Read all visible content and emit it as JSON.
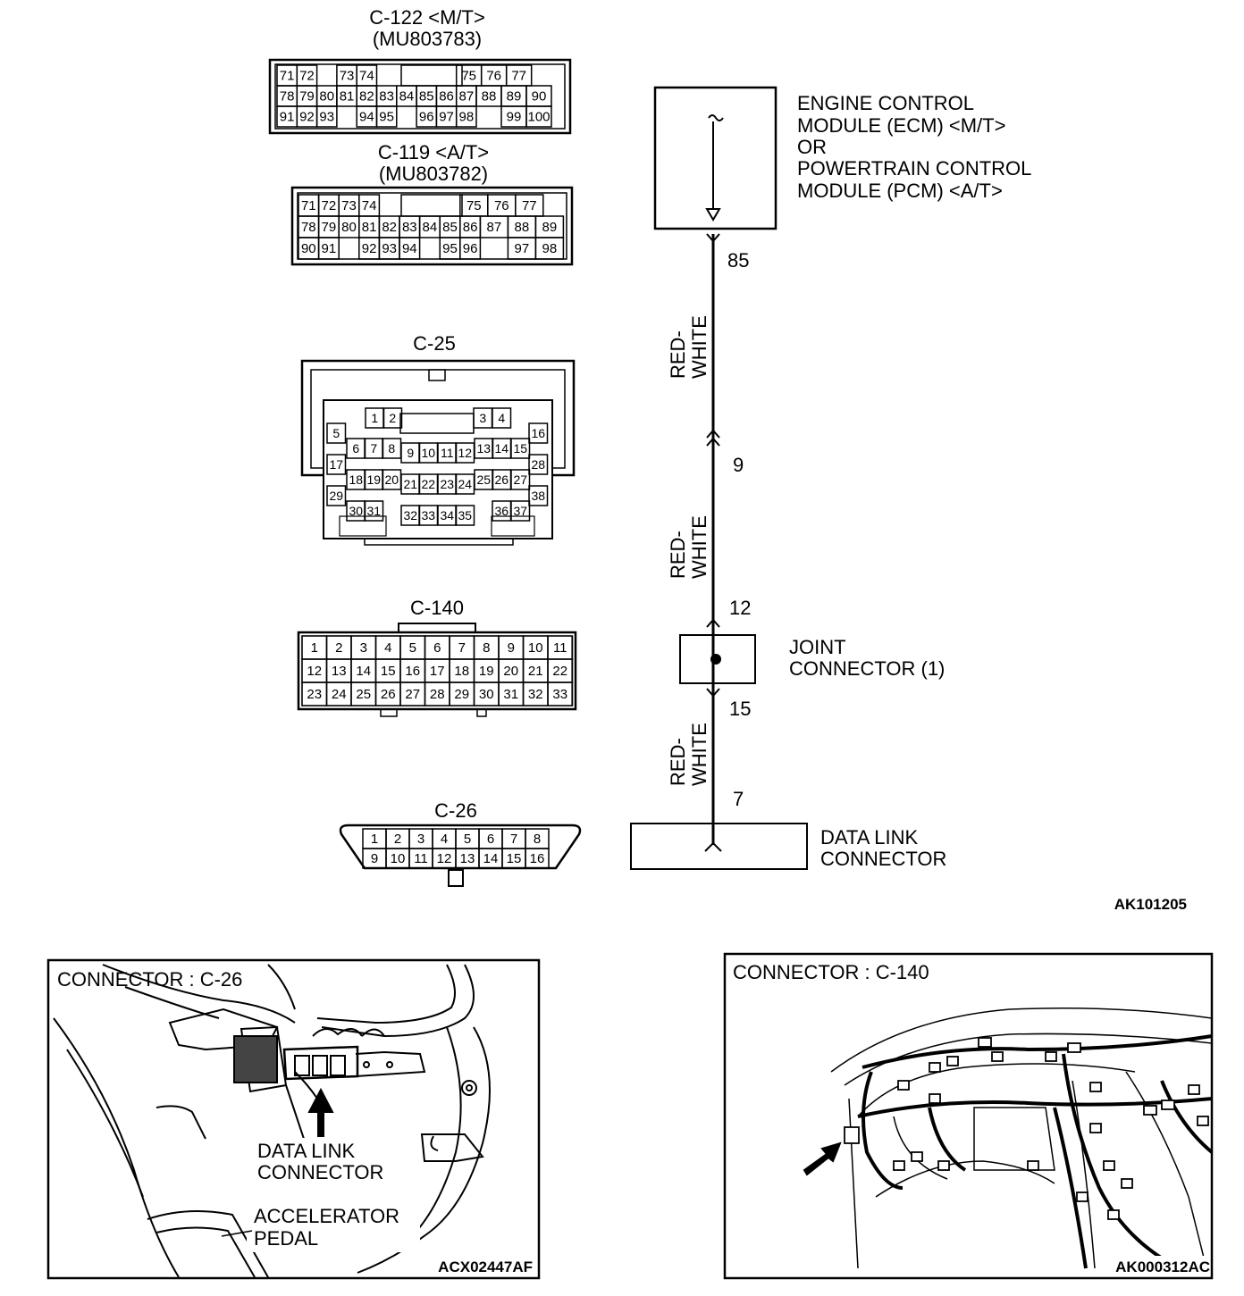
{
  "connectors": {
    "c122": {
      "title": "C-122 <M/T>",
      "part": "(MU803783)",
      "rows": [
        [
          "71",
          "72",
          "",
          "73",
          "74",
          "",
          "",
          "",
          "",
          "75",
          "76",
          "77"
        ],
        [
          "78",
          "79",
          "80",
          "81",
          "82",
          "83",
          "84",
          "85",
          "86",
          "87",
          "88",
          "89",
          "90"
        ],
        [
          "91",
          "92",
          "93",
          "",
          "94",
          "95",
          "",
          "96",
          "97",
          "98",
          "",
          "99",
          "100"
        ]
      ]
    },
    "c119": {
      "title": "C-119 <A/T>",
      "part": "(MU803782)",
      "rows": [
        [
          "71",
          "72",
          "73",
          "74",
          "",
          "",
          "",
          "",
          "75",
          "76",
          "77"
        ],
        [
          "78",
          "79",
          "80",
          "81",
          "82",
          "83",
          "84",
          "85",
          "86",
          "87",
          "88",
          "89"
        ],
        [
          "90",
          "91",
          "",
          "92",
          "93",
          "94",
          "",
          "95",
          "96",
          "",
          "97",
          "98"
        ]
      ]
    },
    "c25": {
      "title": "C-25",
      "pins": [
        "1",
        "2",
        "3",
        "4",
        "5",
        "6",
        "7",
        "8",
        "9",
        "10",
        "11",
        "12",
        "13",
        "14",
        "15",
        "16",
        "17",
        "18",
        "19",
        "20",
        "21",
        "22",
        "23",
        "24",
        "25",
        "26",
        "27",
        "28",
        "29",
        "30",
        "31",
        "32",
        "33",
        "34",
        "35",
        "36",
        "37",
        "38"
      ]
    },
    "c140": {
      "title": "C-140",
      "rows": [
        [
          "1",
          "2",
          "3",
          "4",
          "5",
          "6",
          "7",
          "8",
          "9",
          "10",
          "11"
        ],
        [
          "12",
          "13",
          "14",
          "15",
          "16",
          "17",
          "18",
          "19",
          "20",
          "21",
          "22"
        ],
        [
          "23",
          "24",
          "25",
          "26",
          "27",
          "28",
          "29",
          "30",
          "31",
          "32",
          "33"
        ]
      ]
    },
    "c26": {
      "title": "C-26",
      "rows": [
        [
          "1",
          "2",
          "3",
          "4",
          "5",
          "6",
          "7",
          "8"
        ],
        [
          "9",
          "10",
          "11",
          "12",
          "13",
          "14",
          "15",
          "16"
        ]
      ]
    }
  },
  "schematic": {
    "ecm_label": [
      "ENGINE CONTROL",
      "MODULE (ECM) <M/T>",
      "OR",
      "POWERTRAIN CONTROL",
      "MODULE (PCM) <A/T>"
    ],
    "joint_label": [
      "JOINT",
      "CONNECTOR (1)"
    ],
    "dlc_label": [
      "DATA LINK",
      "CONNECTOR"
    ],
    "pins": {
      "p85": "85",
      "p9": "9",
      "p12": "12",
      "p15": "15",
      "p7": "7"
    },
    "wire_color_top": "RED-",
    "wire_color_bottom": "WHITE"
  },
  "figure_code": "AK101205",
  "location_left": {
    "title": "CONNECTOR : C-26",
    "callout_1": [
      "DATA LINK",
      "CONNECTOR"
    ],
    "callout_2": [
      "ACCELERATOR",
      "PEDAL"
    ],
    "code": "ACX02447AF"
  },
  "location_right": {
    "title": "CONNECTOR : C-140",
    "code": "AK000312AC"
  }
}
